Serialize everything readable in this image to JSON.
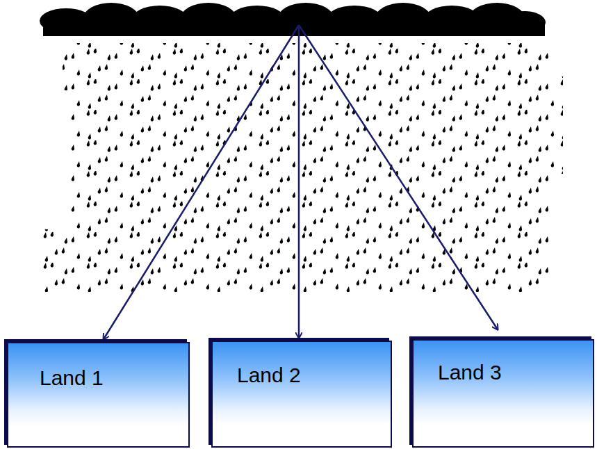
{
  "diagram": {
    "nodes": [
      {
        "text": [
          "Land 1"
        ]
      },
      {
        "text": [
          "Land 2"
        ]
      },
      {
        "text": [
          "Land 3"
        ]
      }
    ]
  }
}
